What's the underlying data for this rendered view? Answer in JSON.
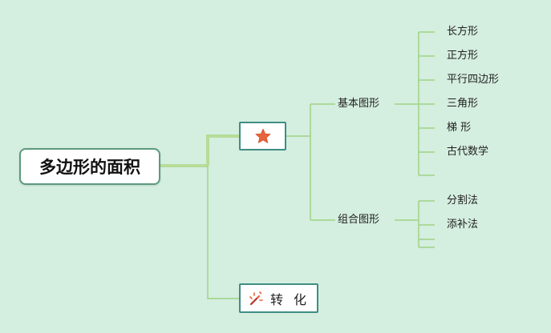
{
  "root": {
    "label": "多边形的面积"
  },
  "branches": {
    "star_icon": "star-icon",
    "transform": {
      "label": "转 化",
      "icon": "magic-wand-icon"
    }
  },
  "groups": {
    "basic": {
      "label": "基本图形",
      "items": [
        "长方形",
        "正方形",
        "平行四边形",
        "三角形",
        "梯 形",
        "古代数学",
        ""
      ]
    },
    "combined": {
      "label": "组合图形",
      "items": [
        "分割法",
        "添补法",
        "",
        ""
      ]
    }
  },
  "colors": {
    "background": "#d4eedf",
    "line": "#9fd486",
    "thick_line": "#b6dc98",
    "node_border": "#3f8d84",
    "star": "#e8643c"
  }
}
